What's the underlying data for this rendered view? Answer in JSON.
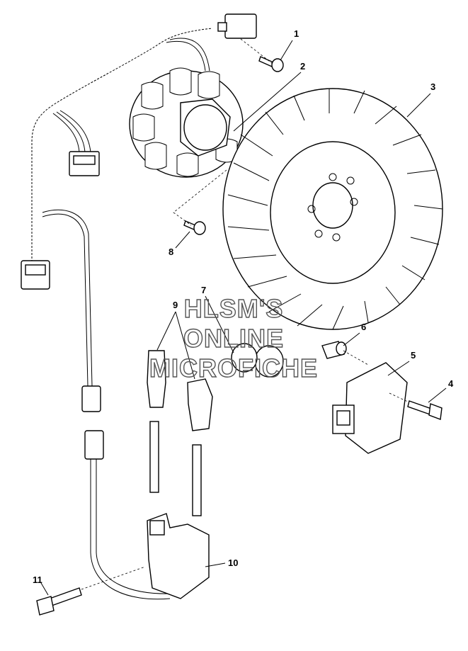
{
  "callouts": [
    {
      "id": "1",
      "label": "1"
    },
    {
      "id": "2",
      "label": "2"
    },
    {
      "id": "3",
      "label": "3"
    },
    {
      "id": "4",
      "label": "4"
    },
    {
      "id": "5",
      "label": "5"
    },
    {
      "id": "6",
      "label": "6"
    },
    {
      "id": "7",
      "label": "7"
    },
    {
      "id": "8",
      "label": "8"
    },
    {
      "id": "9",
      "label": "9"
    },
    {
      "id": "10",
      "label": "10"
    },
    {
      "id": "11",
      "label": "11"
    }
  ],
  "watermark": {
    "line1": "HLSM'S",
    "line2": "ONLINE",
    "line3": "MICROFICHE"
  }
}
